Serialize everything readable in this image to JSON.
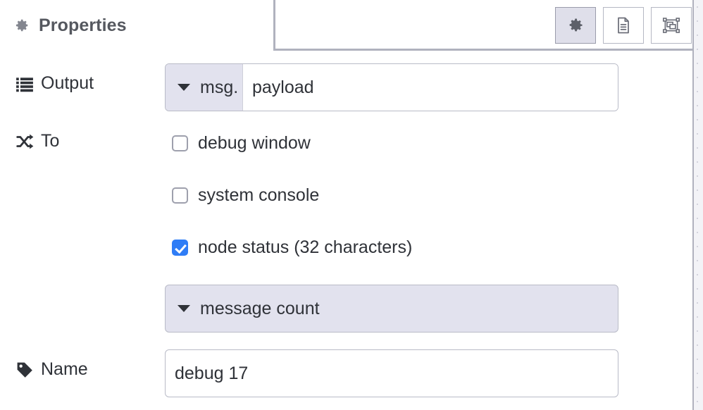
{
  "panel": {
    "title": "Properties",
    "title_icon": "gear-icon"
  },
  "tab_buttons": [
    {
      "name": "properties",
      "icon": "gear-icon",
      "active": true
    },
    {
      "name": "description",
      "icon": "document-icon",
      "active": false
    },
    {
      "name": "appearance",
      "icon": "object-group-icon",
      "active": false
    }
  ],
  "rows": {
    "output": {
      "label": "Output",
      "icon": "list-icon",
      "type_label": "msg.",
      "value": "payload"
    },
    "to": {
      "label": "To",
      "icon": "shuffle-icon",
      "checkboxes": [
        {
          "label": "debug window",
          "checked": false
        },
        {
          "label": "system console",
          "checked": false
        },
        {
          "label": "node status (32 characters)",
          "checked": true
        }
      ],
      "status_type": "message count"
    },
    "name": {
      "label": "Name",
      "icon": "tag-icon",
      "value": "debug 17"
    }
  },
  "colors": {
    "accent_checked": "#2f7df6",
    "field_prefix_bg": "#e2e2ee",
    "border": "#b9bbc7",
    "title_text": "#55585f",
    "body_text": "#2f3238"
  }
}
